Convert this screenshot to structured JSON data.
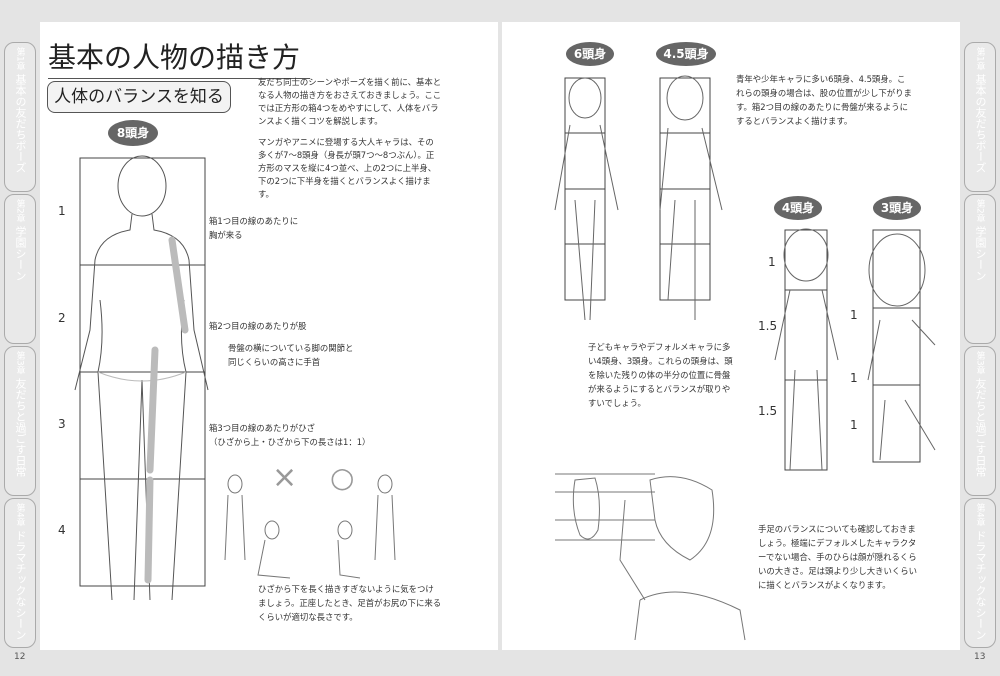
{
  "left_page": {
    "title": "基本の人物の描き方",
    "section": "人体のバランスを知る",
    "intro": "友だち同士のシーンやポーズを描く前に、基本となる人物の描き方をおさえておきましょう。ここでは正方形の箱4つをめやすにして、人体をバランスよく描くコツを解説します。",
    "intro2": "マンガやアニメに登場する大人キャラは、その多くが7～8頭身（身長が頭7つ～8つぶん）。正方形のマスを縦に4つ並べ、上の2つに上半身、下の2つに下半身を描くとバランスよく描けます。",
    "figure_label": "8頭身",
    "row_numbers": [
      "1",
      "2",
      "3",
      "4"
    ],
    "notes": [
      "箱1つ目の線のあたりに\n胸が来る",
      "箱2つ目の線のあたりが股",
      "骨盤の横についている脚の関節と\n同じくらいの高さに手首",
      "箱3つ目の線のあたりがひざ\n（ひざから上・ひざから下の長さは1：1）"
    ],
    "wrong_mark": "×",
    "right_mark": "○",
    "leg_note": "ひざから下を長く描きすぎないように気をつけましょう。正座したとき、足首がお尻の下に来るくらいが適切な長さです。",
    "page_number": "12"
  },
  "right_page": {
    "labels": [
      "6頭身",
      "4.5頭身",
      "4頭身",
      "3頭身"
    ],
    "teen_note": "青年や少年キャラに多い6頭身、4.5頭身。これらの頭身の場合は、股の位置が少し下がります。箱2つ目の線のあたりに骨盤が来るようにするとバランスよく描けます。",
    "child_note": "子どもキャラやデフォルメキャラに多い4頭身、3頭身。これらの頭身は、頭を除いた残りの体の半分の位置に骨盤が来るようにするとバランスが取りやすいでしょう。",
    "ratios_4": [
      "1",
      "1.5",
      "1.5"
    ],
    "ratios_3": [
      "1",
      "1",
      "1"
    ],
    "hand_note": "手足のバランスについても確認しておきましょう。極端にデフォルメしたキャラクターでない場合、手のひらは顔が隠れるくらいの大きさ。足は頭より少し大きいくらいに描くとバランスがよくなります。",
    "page_number": "13"
  },
  "chapter_tabs": [
    {
      "chapter": "第1章",
      "name": "基本の友だちポーズ"
    },
    {
      "chapter": "第2章",
      "name": "学園シーン"
    },
    {
      "chapter": "第3章",
      "name": "友だちと過ごす日常"
    },
    {
      "chapter": "第4章",
      "name": "ドラマチックなシーン"
    }
  ]
}
